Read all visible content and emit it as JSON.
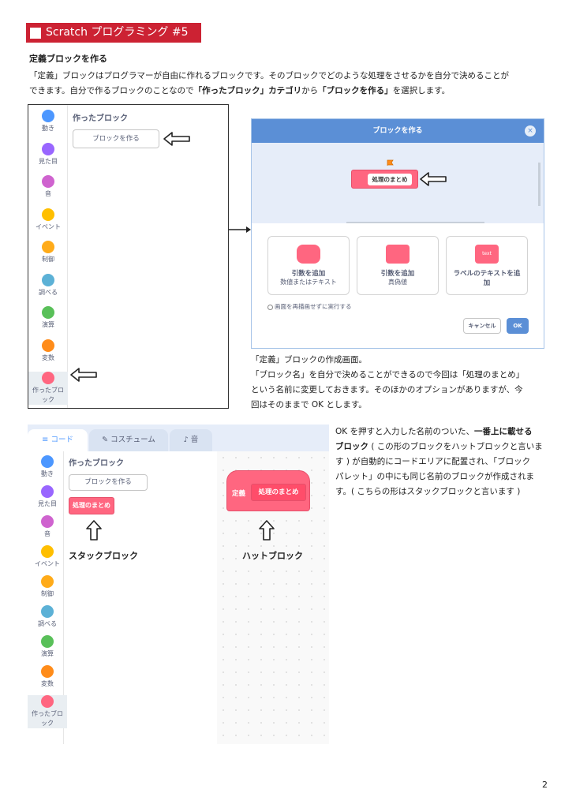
{
  "title": "Scratch プログラミング #5",
  "heading": "定義ブロックを作る",
  "intro": {
    "l1": "「定義」ブロックはプログラマーが自由に作れるブロックです。そのブロックでどのような処理をさせるかを自分で決めることが",
    "l2a": "できます。自分で作るブロックのことなので",
    "l2b": "「作ったブロック」カテゴリ",
    "l2c": "から",
    "l2d": "「ブロックを作る」",
    "l2e": "を選択します。"
  },
  "palette": {
    "title": "作ったブロック",
    "make_block_button": "ブロックを作る",
    "categories": [
      {
        "label": "動き",
        "color": "#4c97ff"
      },
      {
        "label": "見た目",
        "color": "#9966ff"
      },
      {
        "label": "音",
        "color": "#cf63cf"
      },
      {
        "label": "イベント",
        "color": "#ffbf00"
      },
      {
        "label": "制御",
        "color": "#ffab19"
      },
      {
        "label": "調べる",
        "color": "#5cb1d6"
      },
      {
        "label": "演算",
        "color": "#59c059"
      },
      {
        "label": "変数",
        "color": "#ff8c1a"
      },
      {
        "label": "作ったブロック",
        "color": "#ff6680"
      }
    ]
  },
  "dialog": {
    "title": "ブロックを作る",
    "close": "×",
    "block_name": "処理のまとめ",
    "options": [
      {
        "line1": "引数を追加",
        "line2": "数値またはテキスト"
      },
      {
        "line1": "引数を追加",
        "line2": "真偽値"
      },
      {
        "line1": "ラベルのテキストを追",
        "line2": "加",
        "icon_text": "text"
      }
    ],
    "checkbox": "画面を再描画せずに実行する",
    "cancel": "キャンセル",
    "ok": "OK"
  },
  "caption": {
    "l1": "「定義」ブロックの作成画面。",
    "l2": "「ブロック名」を自分で決めることができるので今回は「処理のまとめ」",
    "l3": "という名前に変更しておきます。そのほかのオプションがありますが、今",
    "l4": "回はそのままで OK とします。"
  },
  "editor": {
    "tabs": [
      "コード",
      "コスチューム",
      "音"
    ],
    "palette_title": "作ったブロック",
    "make_block_button": "ブロックを作る",
    "stack_block": "処理のまとめ",
    "hat_define": "定義",
    "hat_name": "処理のまとめ",
    "stack_label": "スタックブロック",
    "hat_label": "ハットブロック"
  },
  "side": {
    "l1a": "OK を押すと入力した名前のついた、",
    "l1b": "一番上に載せる",
    "l2a": "ブロック",
    "l2b": " ( この形のブロックをハットブロックと言いま",
    "l3": "す ) が自動的にコードエリアに配置され、「ブロック",
    "l4": "パレット」の中にも同じ名前のブロックが作成されま",
    "l5": "す。( こちらの形はスタックブロックと言います )"
  },
  "page_number": "2"
}
